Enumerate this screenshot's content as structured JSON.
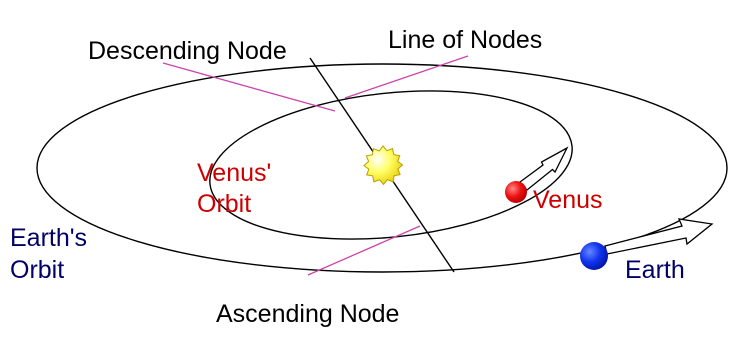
{
  "labels": {
    "descending_node": "Descending Node",
    "line_of_nodes": "Line of Nodes",
    "venus_orbit_line1": "Venus'",
    "venus_orbit_line2": "Orbit",
    "earth_orbit_line1": "Earth's",
    "earth_orbit_line2": "Orbit",
    "venus": "Venus",
    "earth": "Earth",
    "ascending_node": "Ascending Node"
  },
  "colors": {
    "orbit_line": "#000000",
    "leader_line": "#cc44aa",
    "venus_label": "#cc0000",
    "earth_label": "#000066",
    "venus_planet": "#ee1111",
    "earth_planet": "#1133ee",
    "sun": "#ffee33"
  },
  "icons": {
    "sun": "sun-icon",
    "venus": "venus-planet-icon",
    "earth": "earth-planet-icon"
  }
}
